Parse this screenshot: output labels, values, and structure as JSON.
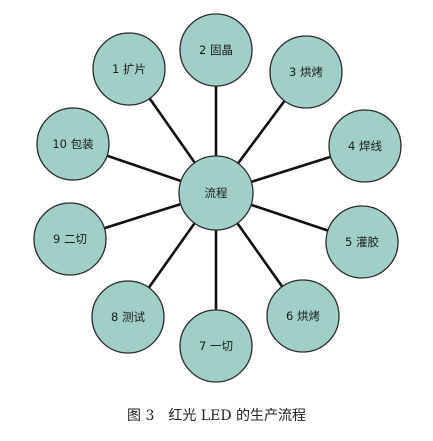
{
  "diagram": {
    "center": {
      "label": "流程"
    },
    "nodes": [
      {
        "id": "n2",
        "label": "2 固晶"
      },
      {
        "id": "n3",
        "label": "3 烘烤"
      },
      {
        "id": "n4",
        "label": "4 焊线"
      },
      {
        "id": "n5",
        "label": "5 灌胶"
      },
      {
        "id": "n6",
        "label": "6 烘烤"
      },
      {
        "id": "n7",
        "label": "7 一切"
      },
      {
        "id": "n8",
        "label": "8 测试"
      },
      {
        "id": "n9",
        "label": "9 二切"
      },
      {
        "id": "n10",
        "label": "10 包装"
      },
      {
        "id": "n1",
        "label": "1 扩片"
      }
    ],
    "colors": {
      "node_fill": "#9fcfc7",
      "node_stroke": "#2b2b2b",
      "connector": "#111111"
    }
  },
  "caption": "图 3　红光 LED 的生产流程"
}
